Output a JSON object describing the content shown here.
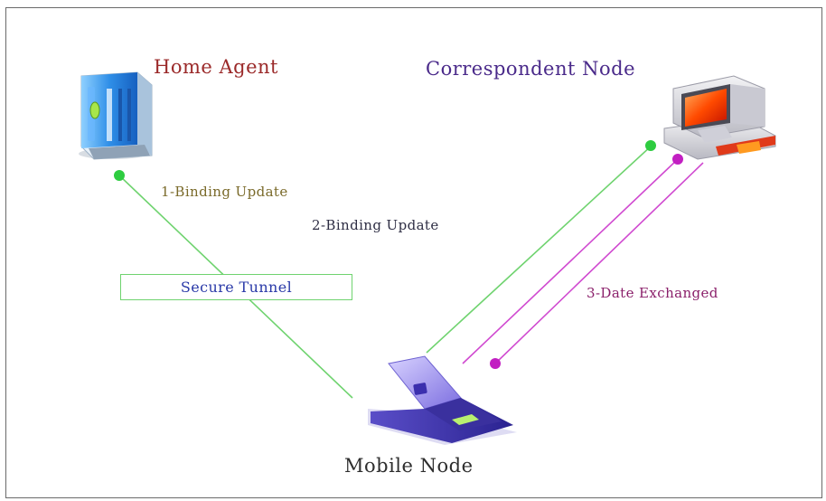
{
  "nodes": {
    "home_agent": {
      "label": "Home Agent",
      "color": "#9b2a2a"
    },
    "correspondent_node": {
      "label": "Correspondent Node",
      "color": "#4a2a8a"
    },
    "mobile_node": {
      "label": "Mobile Node",
      "color": "#2e2e2e"
    }
  },
  "edges": {
    "binding_update_1": {
      "label": "1-Binding Update",
      "color": "#7a6a2a"
    },
    "binding_update_2": {
      "label": "2-Binding Update",
      "color": "#2e2e44"
    },
    "data_exchanged": {
      "label": "3-Date Exchanged",
      "color": "#8a1f6a"
    },
    "secure_tunnel": {
      "label": "Secure Tunnel"
    }
  },
  "colors": {
    "green_link": "#6fd36f",
    "green_dot": "#2ecc40",
    "magenta_link": "#d04ad0",
    "magenta_dot": "#c21fc2"
  }
}
